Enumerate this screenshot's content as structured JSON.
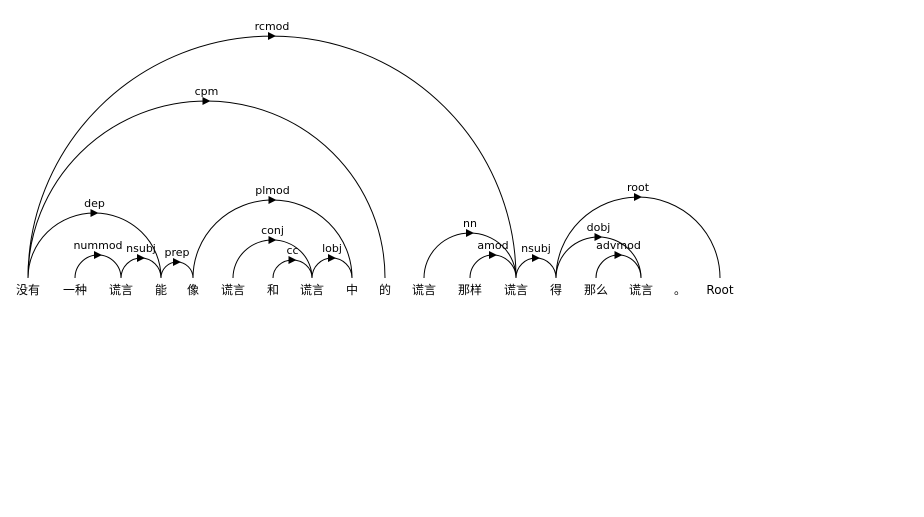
{
  "tokens": [
    "没有",
    "一种",
    "谎言",
    "能",
    "像",
    "谎言",
    "和",
    "谎言",
    "中",
    "的",
    "谎言",
    "那样",
    "谎言",
    "得",
    "那么",
    "谎言",
    "。",
    "Root"
  ],
  "arcs": [
    {
      "label": "rcmod",
      "from": 0,
      "to": 12
    },
    {
      "label": "cpm",
      "from": 0,
      "to": 9
    },
    {
      "label": "dep",
      "from": 0,
      "to": 3
    },
    {
      "label": "nummod",
      "from": 1,
      "to": 2
    },
    {
      "label": "nsubj",
      "from": 2,
      "to": 3
    },
    {
      "label": "prep",
      "from": 3,
      "to": 4
    },
    {
      "label": "plmod",
      "from": 4,
      "to": 8
    },
    {
      "label": "conj",
      "from": 5,
      "to": 7
    },
    {
      "label": "cc",
      "from": 6,
      "to": 7
    },
    {
      "label": "lobj",
      "from": 7,
      "to": 8
    },
    {
      "label": "nn",
      "from": 10,
      "to": 12
    },
    {
      "label": "amod",
      "from": 11,
      "to": 12
    },
    {
      "label": "nsubj",
      "from": 12,
      "to": 13
    },
    {
      "label": "root",
      "from": 13,
      "to": 17
    },
    {
      "label": "dobj",
      "from": 13,
      "to": 15
    },
    {
      "label": "advmod",
      "from": 14,
      "to": 15
    }
  ]
}
